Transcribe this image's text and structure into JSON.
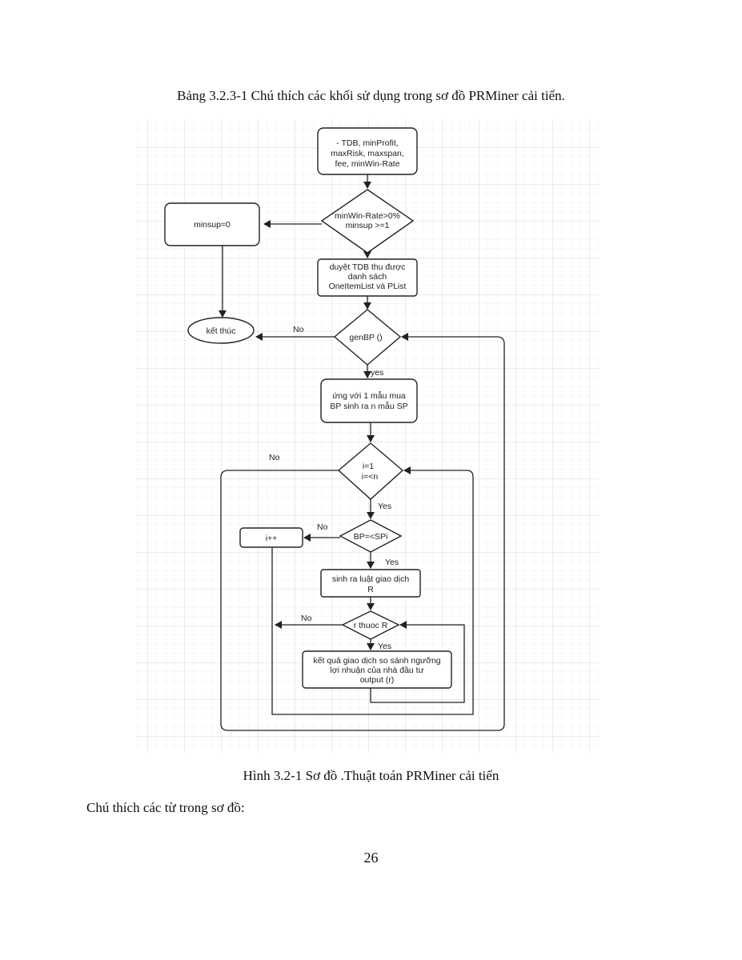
{
  "document": {
    "table_caption": "Bảng 3.2.3-1 Chú thích các khối sử dụng trong sơ đồ PRMiner cải tiến.",
    "figure_caption": "Hình 3.2-1 Sơ đồ .Thuật toán PRMiner cải tiến",
    "body_text": "Chú thích các từ trong sơ đồ:",
    "page_number": "26"
  },
  "flowchart": {
    "input_block": [
      "- TDB, minProfit,",
      "maxRisk, maxspan,",
      "fee, minWin-Rate"
    ],
    "check_minwin": [
      "minWin-Rate>0%",
      "minsup >=1"
    ],
    "minsup_zero": "minsup=0",
    "scan_tdb": [
      "duyệt TDB thu được",
      "danh sách",
      "OneItemList và PList"
    ],
    "end_block": "kết thúc",
    "genbp": "genBP ()",
    "buy_pattern": [
      "ứng với 1 mẫu mua",
      "BP sinh ra n mẫu SP"
    ],
    "loop_check": [
      "i=1",
      "i=<n"
    ],
    "compare_bp": "BP=<SPi",
    "increment": "i++",
    "generate_rule": [
      "sinh ra luật giao dịch",
      "R"
    ],
    "r_in_R": "r thuoc R",
    "result_block": [
      "kết quả giao dịch so sánh ngưỡng",
      "lợi nhuận của nhà đầu tư",
      "output (r)"
    ],
    "labels": {
      "no_genbp": "No",
      "yes_genbp": "yes",
      "no_loop": "No",
      "yes_loop": "Yes",
      "no_compare": "No",
      "yes_compare": "Yes",
      "no_r": "No",
      "yes_r": "Yes"
    }
  }
}
